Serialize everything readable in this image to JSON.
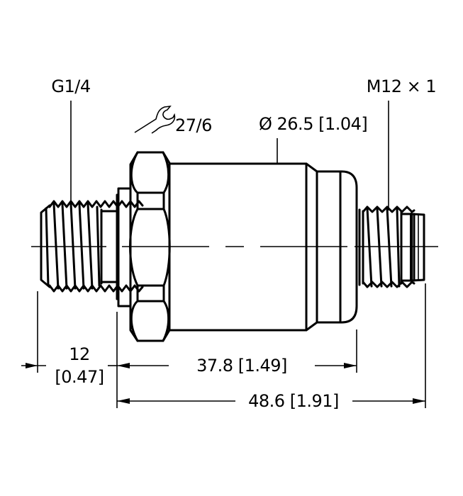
{
  "drawing": {
    "title": "Pressure transmitter dimension drawing",
    "colors": {
      "line": "#000000",
      "background": "#ffffff"
    },
    "labels": {
      "process_thread": "G1/4",
      "connector_thread": "M12 × 1",
      "wrench_size": "27/6",
      "diameter": "Ø 26.5 [1.04]"
    },
    "icons": {
      "wrench": "wrench-icon"
    },
    "dimensions": {
      "thread_length": {
        "value": "12",
        "inch": "[0.47]"
      },
      "body_length": {
        "text": "37.8 [1.49]"
      },
      "overall_length": {
        "text": "48.6 [1.91]"
      }
    }
  }
}
